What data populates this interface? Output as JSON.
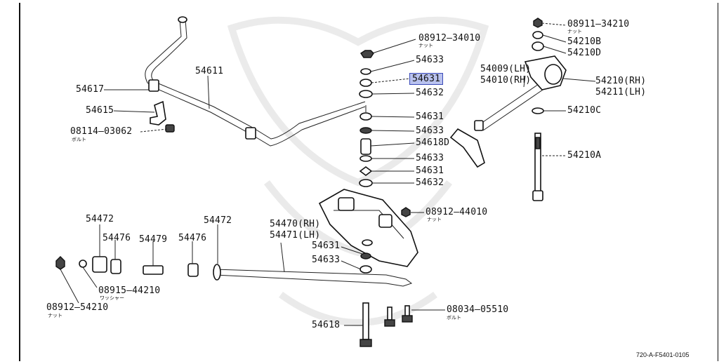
{
  "title_code": "720-A-F5401-0105",
  "callouts": {
    "p08912_34010": "08912–34010",
    "p08912_34010_sub": "ナット",
    "p54633_a": "54633",
    "p54631_hl": "54631",
    "p54632_a": "54632",
    "p54631_b": "54631",
    "p54633_b": "54633",
    "p54618D": "54618D",
    "p54633_c": "54633",
    "p54631_c": "54631",
    "p54632_b": "54632",
    "p54611": "54611",
    "p54617": "54617",
    "p54615": "54615",
    "p08114_03062": "08114–03062",
    "p08114_sub": "ボルト",
    "p08911_34210": "08911–34210",
    "p08911_sub": "ナット",
    "p54210B": "54210B",
    "p54210D": "54210D",
    "p54009": "54009(LH)",
    "p54010": "54010(RH)",
    "p54210RH": "54210(RH)",
    "p54211LH": "54211(LH)",
    "p54210C": "54210C",
    "p54210A": "54210A",
    "p08912_44010": "08912–44010",
    "p08912_44010_sub": "ナット",
    "p54470": "54470(RH)",
    "p54471": "54471(LH)",
    "p54631_d": "54631",
    "p54633_d": "54633",
    "p54472_a": "54472",
    "p54476_a": "54476",
    "p54479": "54479",
    "p54476_b": "54476",
    "p54472_b": "54472",
    "p08915_44210": "08915–44210",
    "p08915_sub": "ワッシャー",
    "p08912_54210": "08912–54210",
    "p08912_54210_sub": "ナット",
    "p54618": "54618",
    "p08034_05510": "08034–05510",
    "p08034_sub": "ボルト"
  },
  "colors": {
    "highlight": "#b9c2ee",
    "highlight_border": "#3a4ab8",
    "ink": "#111111"
  }
}
